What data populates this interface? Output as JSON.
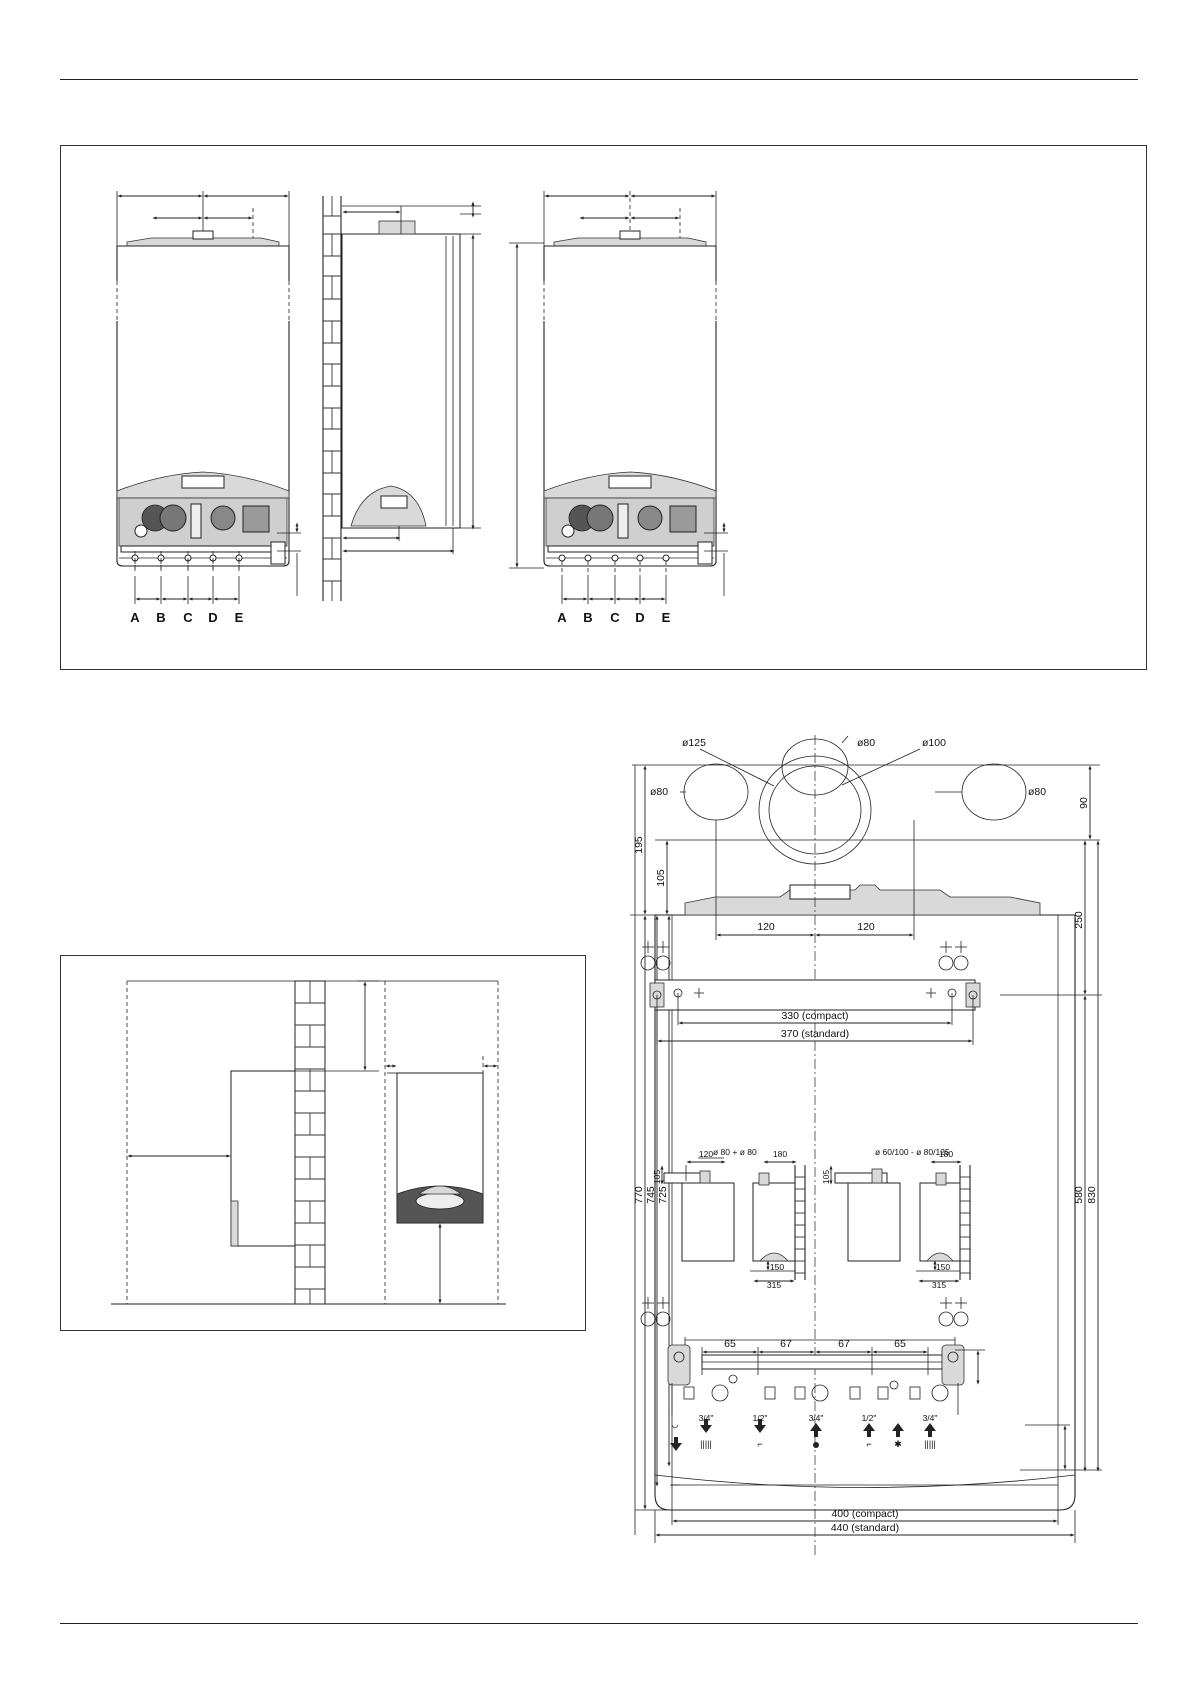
{
  "top_figure": {
    "connection_letters_left": [
      "A",
      "B",
      "C",
      "D",
      "E"
    ],
    "connection_letters_right": [
      "A",
      "B",
      "C",
      "D",
      "E"
    ]
  },
  "template": {
    "flue_labels": {
      "d125": "ø125",
      "d80_top": "ø80",
      "d100": "ø100",
      "d80_left": "ø80",
      "d80_right": "ø80"
    },
    "dims": {
      "d195": "195",
      "d105": "105",
      "d90": "90",
      "d250": "250",
      "d120_left": "120",
      "d120_right": "120",
      "d330": "330 (compact)",
      "d370": "370 (standard)",
      "d770": "770",
      "d745": "745",
      "d725": "725",
      "d580": "580",
      "d830": "830",
      "d65_a": "65",
      "d67_a": "67",
      "d67_b": "67",
      "d65_b": "65",
      "d400": "400 (compact)",
      "d440": "440 (standard)"
    },
    "insets": {
      "left_title": "ø 80 + ø 80",
      "right_title": "ø 60/100 - ø 80/125",
      "left_120": "120",
      "left_180": "180",
      "left_105": "105",
      "left_150": "150",
      "left_315": "315",
      "right_105": "105",
      "right_180": "180",
      "right_150": "150",
      "right_315": "315"
    },
    "connections": [
      {
        "size": "",
        "icon": "drain-icon"
      },
      {
        "size": "3/4\"",
        "icon": "heating-return-icon"
      },
      {
        "size": "1/2\"",
        "icon": "cold-water-icon"
      },
      {
        "size": "3/4\"",
        "icon": "gas-icon"
      },
      {
        "size": "1/2\"",
        "icon": "hot-water-icon"
      },
      {
        "size": "",
        "icon": "solar-icon"
      },
      {
        "size": "3/4\"",
        "icon": "heating-flow-icon"
      }
    ]
  }
}
